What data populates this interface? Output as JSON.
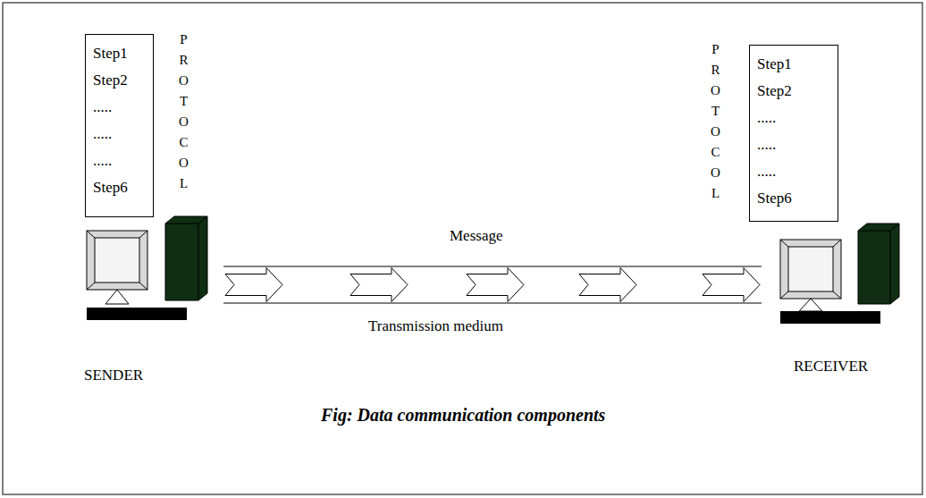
{
  "diagram": {
    "caption": "Fig: Data communication components",
    "nodes": [
      {
        "text": [
          "Step1",
          "Step2",
          ".....",
          ".....",
          ".....",
          "Step6"
        ]
      },
      {
        "text": [
          "Step1",
          "Step2",
          ".....",
          ".....",
          ".....",
          "Step6"
        ]
      }
    ],
    "edges": [],
    "labels": [
      "PROTOCOL",
      "PROTOCOL",
      "Message",
      "Transmission medium",
      "SENDER",
      "RECEIVER"
    ]
  }
}
